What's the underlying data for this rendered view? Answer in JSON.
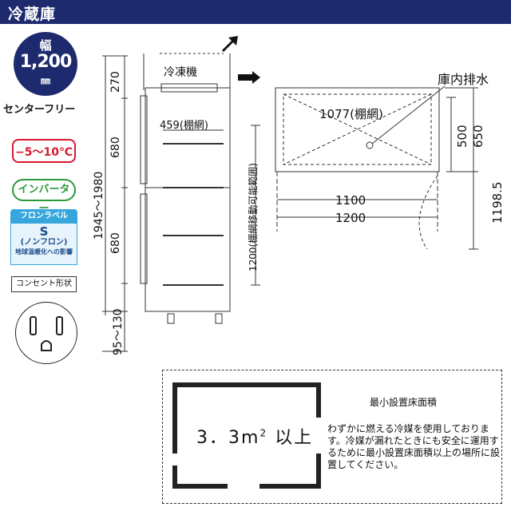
{
  "header": {
    "title": "冷蔵庫"
  },
  "width_badge": {
    "label": "幅",
    "value": "1,200",
    "unit": "㎜"
  },
  "center_free": "センターフリー",
  "temperature": "−5〜10℃",
  "inverter": "インバーター",
  "fluorocarbon": {
    "label": "フロンラベル",
    "grade": "S",
    "type": "(ノンフロン)",
    "note": "地球温暖化への影響"
  },
  "outlet": {
    "label": "コンセント形状"
  },
  "front_view": {
    "dim_270": "270",
    "dim_680_top": "680",
    "dim_680_bottom": "680",
    "dim_total": "1945〜1980",
    "dim_leg": "95〜130",
    "compressor": "冷凍機",
    "shelf_depth": "459(棚網)",
    "shelf_range": "1200(棚網移動可能範囲)"
  },
  "top_view": {
    "drain": "庫内排水",
    "shelf_width": "1077(棚網)",
    "dim_500": "500",
    "dim_650": "650",
    "dim_1100": "1100",
    "dim_1200": "1200",
    "dim_1198": "1198.5"
  },
  "installation": {
    "title": "最小設置床面積",
    "area_value": "3．3m",
    "area_sup": "2",
    "area_suffix": "以上",
    "notice": "わずかに燃える冷媒を使用しております。冷媒が漏れたときにも安全に運用するために最小設置床面積以上の場所に設置してください。"
  }
}
